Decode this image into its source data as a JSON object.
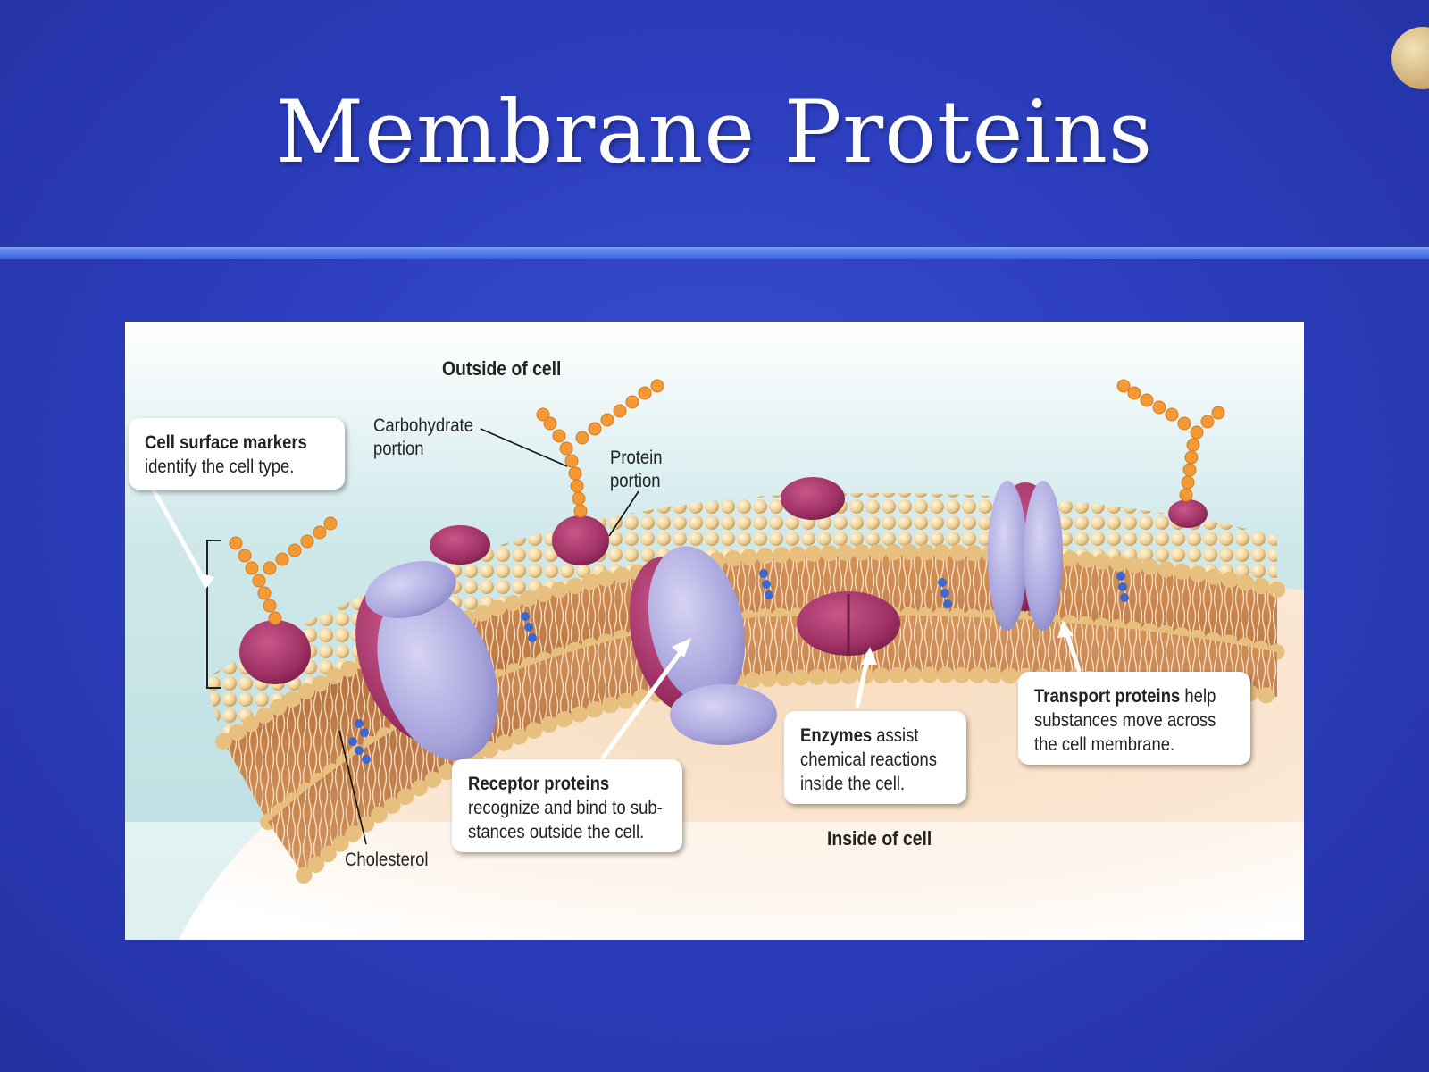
{
  "slide": {
    "title": "Membrane Proteins"
  },
  "figure": {
    "region_labels": {
      "outside": "Outside of cell",
      "inside": "Inside of cell"
    },
    "part_labels": {
      "carbohydrate": "Carbohydrate\nportion",
      "protein": "Protein\nportion",
      "cholesterol": "Cholesterol"
    },
    "callouts": {
      "cell_surface_markers": {
        "head": "Cell surface markers",
        "rest": "",
        "body": "identify the cell type."
      },
      "receptor_proteins": {
        "head": "Receptor proteins",
        "rest": "",
        "body": "recognize and bind to sub-\nstances outside the cell."
      },
      "enzymes": {
        "head": "Enzymes",
        "rest": " assist",
        "body": "chemical reactions\ninside the cell."
      },
      "transport_proteins": {
        "head": "Transport proteins",
        "rest": " help",
        "body": "substances move across\nthe cell membrane."
      }
    },
    "colors": {
      "extracellular": "#b9dde0",
      "cytoplasm": "#f5dbc0",
      "lipid_head": "#f2d49a",
      "lipid_tail": "#c6824a",
      "protein_purple": "#a8a4dc",
      "protein_magenta": "#9c2f62",
      "carbohydrate": "#f39a36",
      "cholesterol": "#3b67cf"
    }
  }
}
